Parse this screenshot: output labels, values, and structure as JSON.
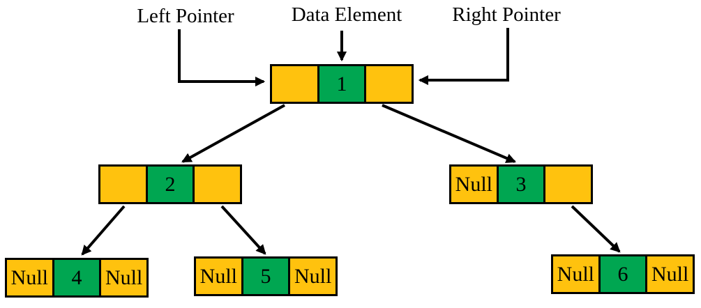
{
  "labels": {
    "left_pointer": "Left Pointer",
    "data_element": "Data Element",
    "right_pointer": "Right Pointer"
  },
  "tree": {
    "nodes": [
      {
        "id": "1",
        "left": "",
        "value": "1",
        "right": ""
      },
      {
        "id": "2",
        "left": "",
        "value": "2",
        "right": ""
      },
      {
        "id": "3",
        "left": "Null",
        "value": "3",
        "right": ""
      },
      {
        "id": "4",
        "left": "Null",
        "value": "4",
        "right": "Null"
      },
      {
        "id": "5",
        "left": "Null",
        "value": "5",
        "right": "Null"
      },
      {
        "id": "6",
        "left": "Null",
        "value": "6",
        "right": "Null"
      }
    ],
    "edges": [
      {
        "from": "1",
        "to": "2",
        "side": "left"
      },
      {
        "from": "1",
        "to": "3",
        "side": "right"
      },
      {
        "from": "2",
        "to": "4",
        "side": "left"
      },
      {
        "from": "2",
        "to": "5",
        "side": "right"
      },
      {
        "from": "3",
        "to": "6",
        "side": "right"
      }
    ]
  },
  "colors": {
    "cell_pointer": "#FFC20E",
    "cell_data": "#00A651",
    "line": "#000000",
    "text": "#000000",
    "background": "#FFFFFF"
  }
}
